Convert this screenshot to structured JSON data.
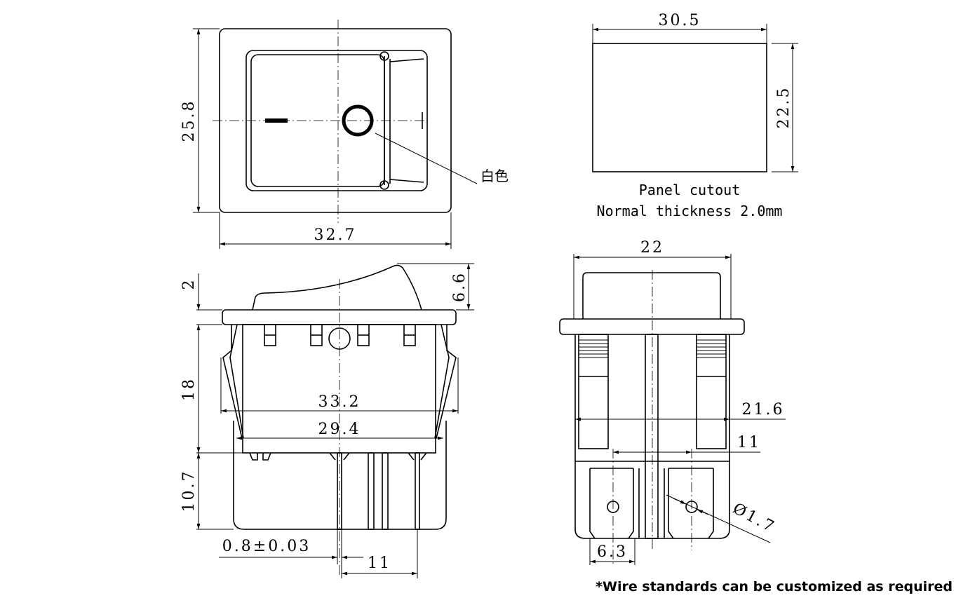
{
  "front_view": {
    "height_dim": "25.8",
    "width_dim": "32.7",
    "color_label": "白色"
  },
  "panel_cutout": {
    "width_dim": "30.5",
    "height_dim": "22.5",
    "caption_1": "Panel cutout",
    "caption_2": "Normal thickness 2.0mm"
  },
  "side_view": {
    "flange_dim": "2",
    "rocker_dim": "6.6",
    "body_dim": "18",
    "terminal_dim": "10.7",
    "clip_width_dim": "33.2",
    "body_width_dim": "29.4",
    "pin_thickness_dim": "0.8±0.03",
    "pin_pitch_dim": "11"
  },
  "end_view": {
    "width_dim": "22",
    "body_width_dim": "21.6",
    "terminal_pitch_dim": "11",
    "terminal_width_dim": "6.3",
    "hole_dim": "Ø1.7"
  },
  "footer_note": "*Wire standards can be customized as required"
}
